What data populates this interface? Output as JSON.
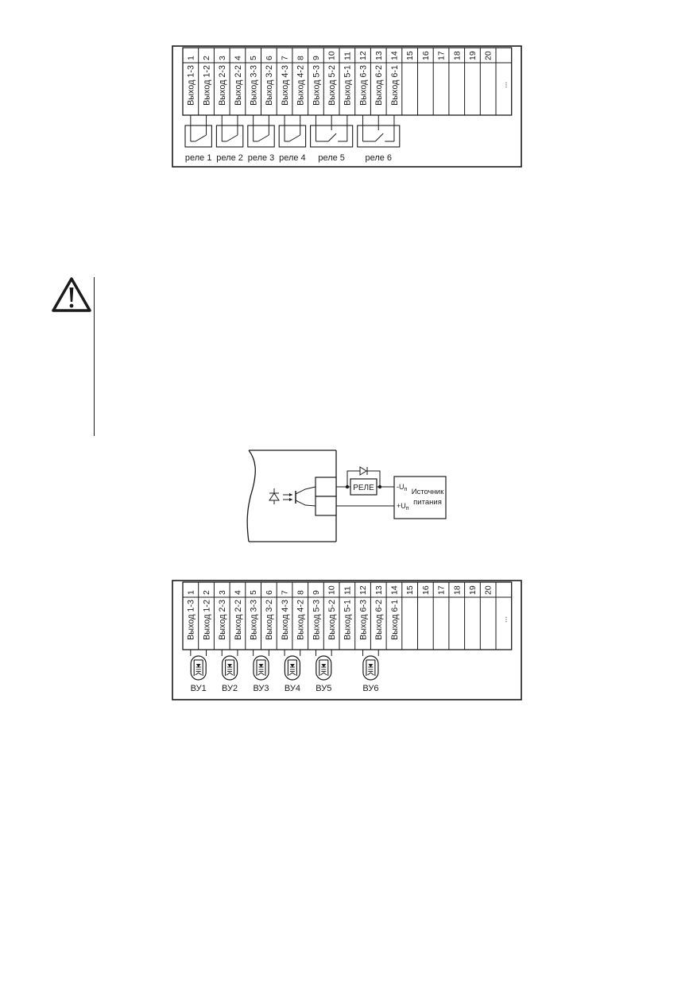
{
  "terminals": [
    "1",
    "2",
    "3",
    "4",
    "5",
    "6",
    "7",
    "8",
    "9",
    "10",
    "11",
    "12",
    "13",
    "14",
    "15",
    "16",
    "17",
    "18",
    "19",
    "20"
  ],
  "outputs": [
    "Выход 1-3",
    "Выход 1-2",
    "Выход 2-3",
    "Выход 2-2",
    "Выход 3-3",
    "Выход 3-2",
    "Выход 4-3",
    "Выход 4-2",
    "Выход 5-3",
    "Выход 5-2",
    "Выход 5-1",
    "Выход 6-3",
    "Выход 6-2",
    "Выход 6-1"
  ],
  "ellipsis": "...",
  "relays": [
    "реле 1",
    "реле 2",
    "реле 3",
    "реле 4",
    "реле 5",
    "реле 6"
  ],
  "circuit": {
    "relay_label": "РЕЛЕ",
    "minus_u": "-U",
    "plus_u": "+U",
    "u_subscript": "п",
    "source_line1": "Источник",
    "source_line2": "питания"
  },
  "optocouplers": [
    "ВУ1",
    "ВУ2",
    "ВУ3",
    "ВУ4",
    "ВУ5",
    "ВУ6"
  ],
  "warning_icon": "warning-triangle-icon"
}
